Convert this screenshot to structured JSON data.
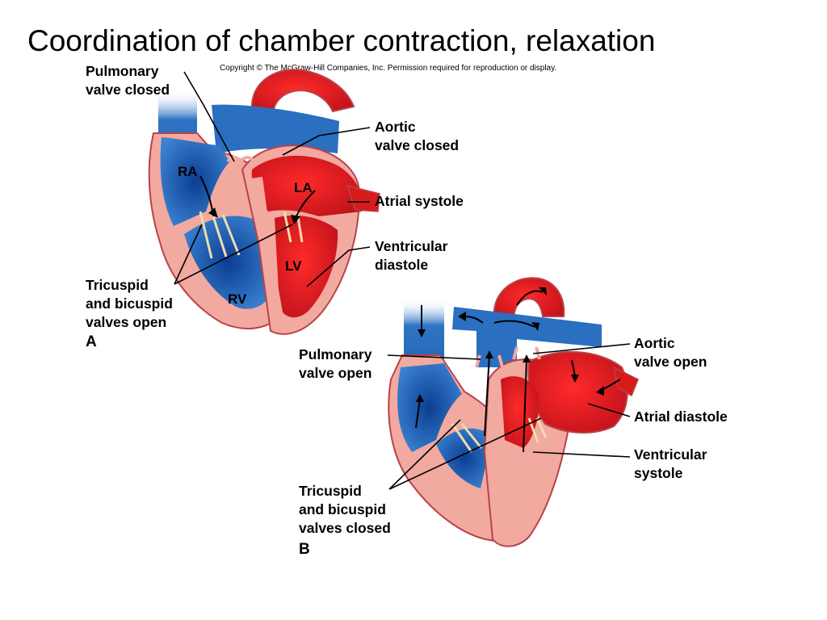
{
  "slide": {
    "title": "Coordination of chamber contraction, relaxation",
    "copyright": "Copyright © The McGraw-Hill Companies, Inc. Permission required for reproduction or display."
  },
  "panel_a": {
    "letter": "A",
    "chambers": {
      "ra": "RA",
      "la": "LA",
      "lv": "LV",
      "rv": "RV"
    },
    "labels": {
      "pulmonary_valve": [
        "Pulmonary",
        "valve closed"
      ],
      "aortic_valve": [
        "Aortic",
        "valve closed"
      ],
      "atrial": [
        "Atrial systole"
      ],
      "ventricular": [
        "Ventricular",
        "diastole"
      ],
      "av_valves": [
        "Tricuspid",
        "and bicuspid",
        "valves open"
      ]
    }
  },
  "panel_b": {
    "letter": "B",
    "labels": {
      "pulmonary_valve": [
        "Pulmonary",
        "valve open"
      ],
      "aortic_valve": [
        "Aortic",
        "valve open"
      ],
      "atrial": [
        "Atrial diastole"
      ],
      "ventricular": [
        "Ventricular",
        "systole"
      ],
      "av_valves": [
        "Tricuspid",
        "and bicuspid",
        "valves closed"
      ]
    }
  },
  "colors": {
    "oxygen_poor": "#1e5fb0",
    "oxygen_rich": "#d81a1a",
    "myocardium": "#f2a9a0",
    "tissue_outline": "#b8434a",
    "valve": "#f0dcae"
  }
}
